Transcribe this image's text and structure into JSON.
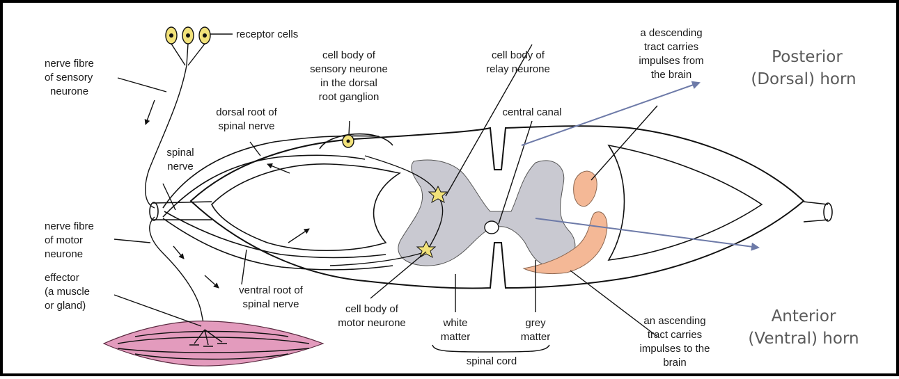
{
  "labels": {
    "receptor_cells": "receptor cells",
    "nerve_fibre_sensory": [
      "nerve fibre",
      "of sensory",
      "neurone"
    ],
    "cell_body_sensory": [
      "cell body of",
      "sensory neurone",
      "in the dorsal",
      "root ganglion"
    ],
    "cell_body_relay": [
      "cell body of",
      "relay neurone"
    ],
    "descending_tract": [
      "a descending",
      "tract carries",
      "impulses from",
      "the brain"
    ],
    "dorsal_root": [
      "dorsal root of",
      "spinal nerve"
    ],
    "central_canal": "central canal",
    "spinal_nerve": [
      "spinal",
      "nerve"
    ],
    "nerve_fibre_motor": [
      "nerve fibre",
      "of motor",
      "neurone"
    ],
    "effector": [
      "effector",
      "(a muscle",
      "or gland)"
    ],
    "ventral_root": [
      "ventral root of",
      "spinal nerve"
    ],
    "cell_body_motor": [
      "cell body of",
      "motor neurone"
    ],
    "white_matter": [
      "white",
      "matter"
    ],
    "grey_matter": [
      "grey",
      "matter"
    ],
    "spinal_cord": "spinal cord",
    "ascending_tract": [
      "an ascending",
      "tract carries",
      "impulses to the",
      "brain"
    ]
  },
  "callouts": {
    "posterior_horn": [
      "Posterior",
      "(Dorsal) horn"
    ],
    "anterior_horn": [
      "Anterior",
      "(Ventral) horn"
    ]
  },
  "colors": {
    "grey_matter": "#c9c9d1",
    "tract": "#f4b896",
    "muscle": "#e39bbd",
    "cell": "#f2e27a",
    "arrow": "#6d7aa8"
  }
}
